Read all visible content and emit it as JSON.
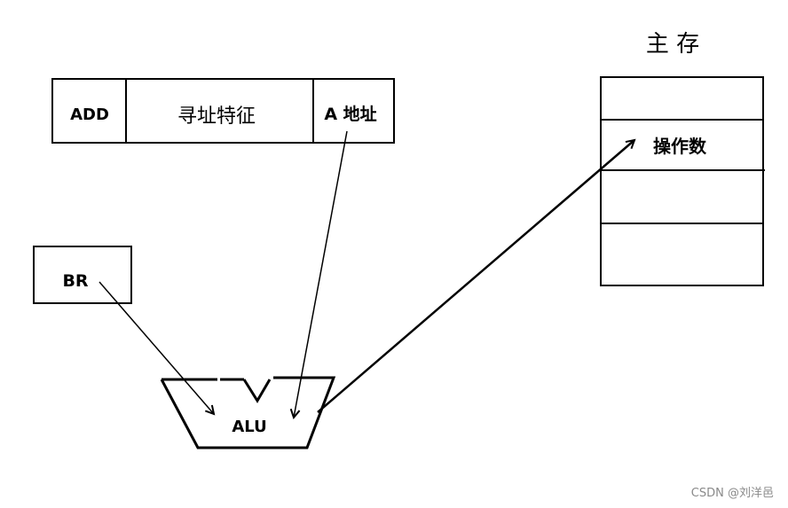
{
  "instruction": {
    "opcode": "ADD",
    "addressing_mode": "寻址特征",
    "address_field": "A 地址"
  },
  "main_memory": {
    "title": "主 存",
    "operand_cell": "操作数"
  },
  "br_register": "BR",
  "alu": "ALU",
  "watermark": "CSDN @刘洋邑"
}
